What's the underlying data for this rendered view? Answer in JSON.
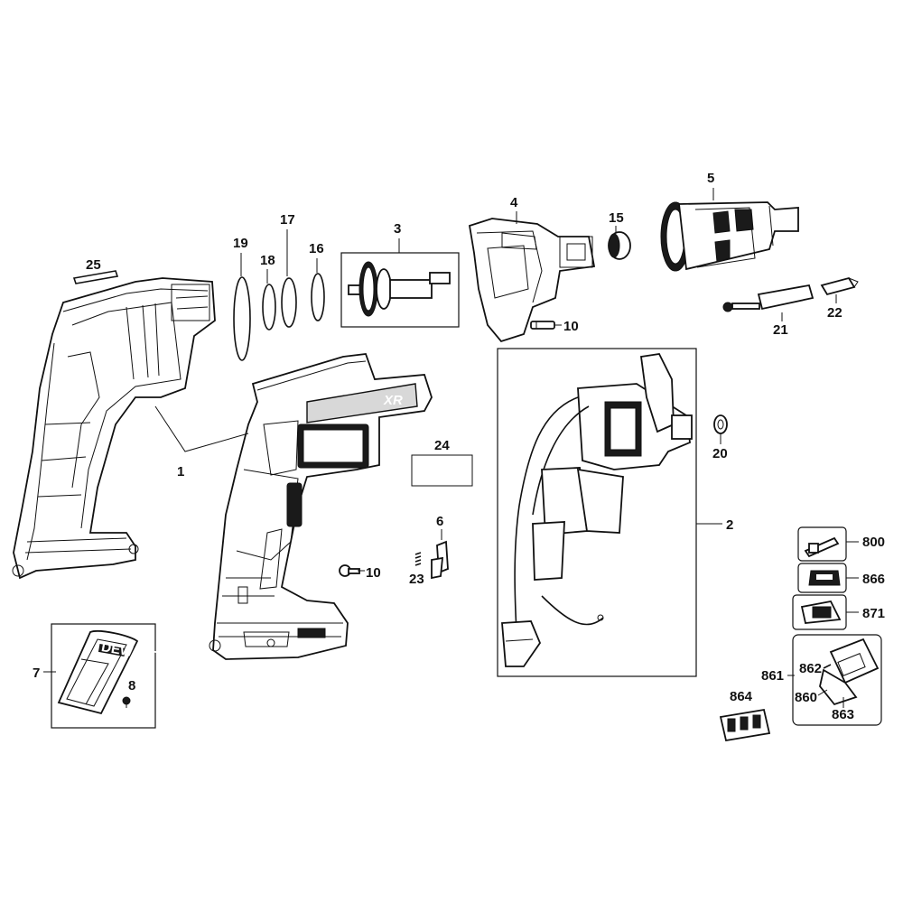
{
  "labels": {
    "p1": "1",
    "p2": "2",
    "p3": "3",
    "p4": "4",
    "p5": "5",
    "p6": "6",
    "p7": "7",
    "p8": "8",
    "p10a": "10",
    "p10b": "10",
    "p15": "15",
    "p16": "16",
    "p17": "17",
    "p18": "18",
    "p19": "19",
    "p20": "20",
    "p21": "21",
    "p22": "22",
    "p23": "23",
    "p24": "24",
    "p25": "25",
    "p800": "800",
    "p860": "860",
    "p861": "861",
    "p862": "862",
    "p863": "863",
    "p864": "864",
    "p866": "866",
    "p871": "871"
  },
  "housing_badge": "XR",
  "clip_mark": "DEWALT"
}
